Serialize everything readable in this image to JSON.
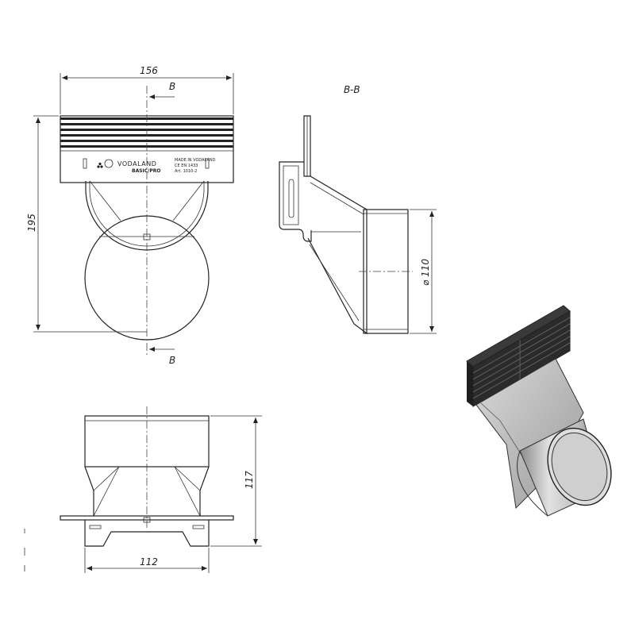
{
  "drawing": {
    "section_label": "B-B",
    "section_marker": "B",
    "dimensions": {
      "top_width": "156",
      "front_height": "195",
      "outlet_diameter": "110",
      "plan_height": "117",
      "plan_width": "112"
    },
    "nameplate": {
      "brand": "VODALAND",
      "product": "BASIC/PRO",
      "line1": "MADE IN VODALAND",
      "line2": "CE EN 1433",
      "line3": "Art. 1010-2"
    }
  },
  "colors": {
    "line": "#222222",
    "iso_dark": "#2b2b2b",
    "iso_body": "#c8c8c8"
  }
}
